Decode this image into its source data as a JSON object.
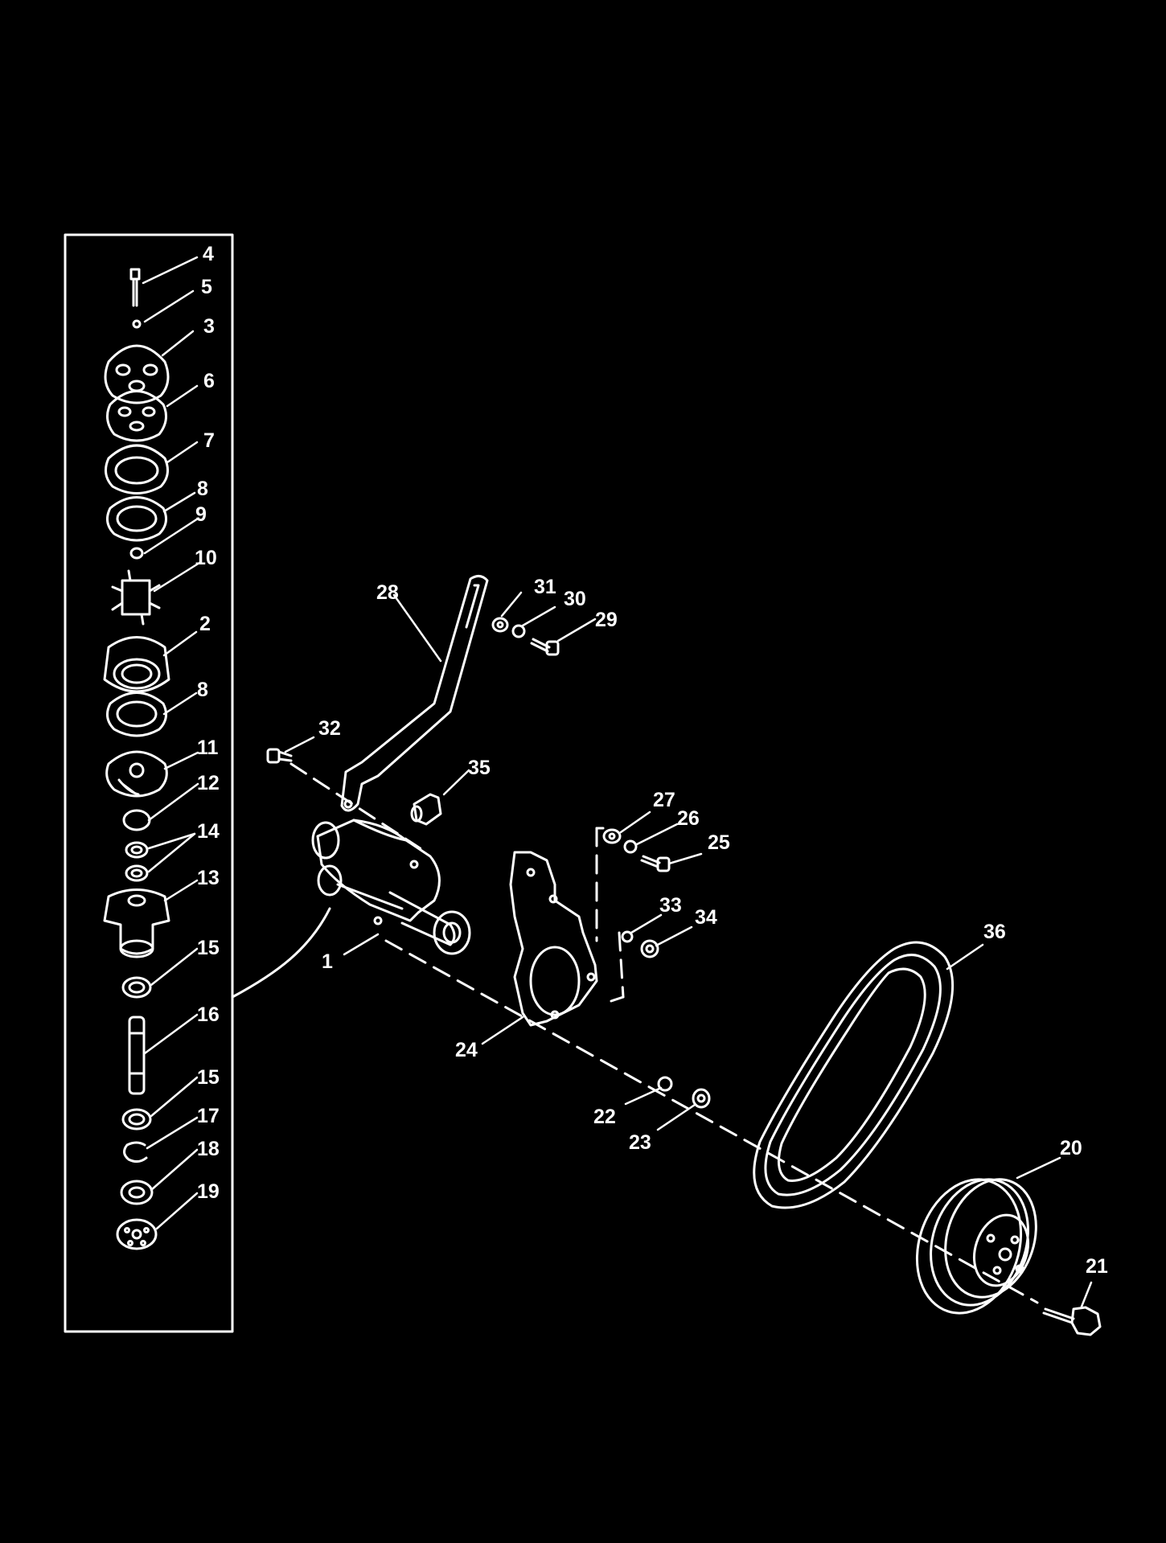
{
  "diagram": {
    "type": "exploded-parts-diagram",
    "colors": {
      "background": "#000000",
      "line": "#ffffff"
    },
    "callouts": [
      {
        "label": "1"
      },
      {
        "label": "2"
      },
      {
        "label": "3"
      },
      {
        "label": "4"
      },
      {
        "label": "5"
      },
      {
        "label": "6"
      },
      {
        "label": "7"
      },
      {
        "label": "8"
      },
      {
        "label": "8"
      },
      {
        "label": "9"
      },
      {
        "label": "10"
      },
      {
        "label": "11"
      },
      {
        "label": "12"
      },
      {
        "label": "13"
      },
      {
        "label": "14"
      },
      {
        "label": "15"
      },
      {
        "label": "15"
      },
      {
        "label": "16"
      },
      {
        "label": "17"
      },
      {
        "label": "18"
      },
      {
        "label": "19"
      },
      {
        "label": "20"
      },
      {
        "label": "21"
      },
      {
        "label": "22"
      },
      {
        "label": "23"
      },
      {
        "label": "24"
      },
      {
        "label": "25"
      },
      {
        "label": "26"
      },
      {
        "label": "27"
      },
      {
        "label": "28"
      },
      {
        "label": "29"
      },
      {
        "label": "30"
      },
      {
        "label": "31"
      },
      {
        "label": "32"
      },
      {
        "label": "33"
      },
      {
        "label": "34"
      },
      {
        "label": "35"
      },
      {
        "label": "36"
      }
    ]
  }
}
